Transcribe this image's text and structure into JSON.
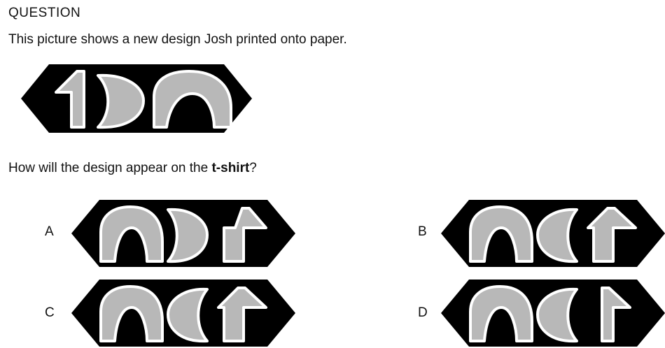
{
  "question": {
    "heading": "QUESTION",
    "intro": "This picture shows a new design Josh printed onto paper.",
    "prompt_before": "How will the design appear on the ",
    "prompt_bold": "t-shirt",
    "prompt_after": "?"
  },
  "design": {
    "shapes": [
      "arrow",
      "crescent",
      "arch"
    ]
  },
  "options": [
    {
      "letter": "A",
      "shapes": [
        "arch",
        "crescent",
        "arrow"
      ]
    },
    {
      "letter": "B",
      "shapes": [
        "arch",
        "crescent-mirrored",
        "arrow-mirrored"
      ]
    },
    {
      "letter": "C",
      "shapes": [
        "arch",
        "crescent-mirrored",
        "arrow-mirrored"
      ]
    },
    {
      "letter": "D",
      "shapes": [
        "arch",
        "crescent-mirrored",
        "arrow-one"
      ]
    }
  ],
  "colors": {
    "panel": "#000000",
    "shape_fill": "#b8b8b8",
    "shape_outline": "#ffffff"
  }
}
